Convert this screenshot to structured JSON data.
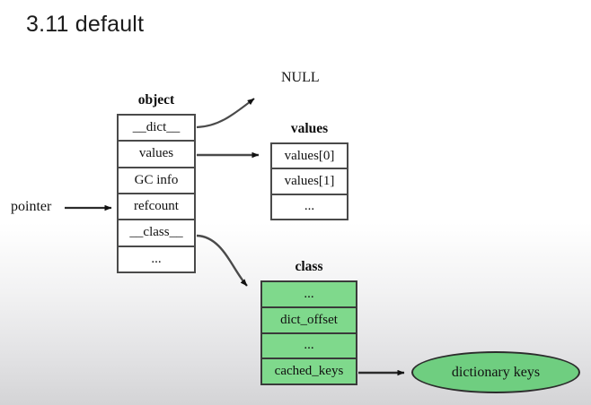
{
  "slide": {
    "title": "3.11 default",
    "background_top_color": "#ffffff",
    "background_bottom_color": "#d4d4d6"
  },
  "colors": {
    "green_fill": "#7fd98c",
    "ellipse_fill": "#6fce80",
    "box_border": "#4a4a4a",
    "text": "#111111"
  },
  "diagram": {
    "object_box": {
      "caption": "object",
      "rows": [
        "__dict__",
        "values",
        "GC info",
        "refcount",
        "__class__",
        "..."
      ]
    },
    "values_box": {
      "caption": "values",
      "rows": [
        "values[0]",
        "values[1]",
        "..."
      ]
    },
    "class_box": {
      "caption": "class",
      "rows": [
        "...",
        "dict_offset",
        "...",
        "cached_keys"
      ]
    },
    "null_label": "NULL",
    "pointer_label": "pointer",
    "dictionary_keys_node": "dictionary keys"
  }
}
